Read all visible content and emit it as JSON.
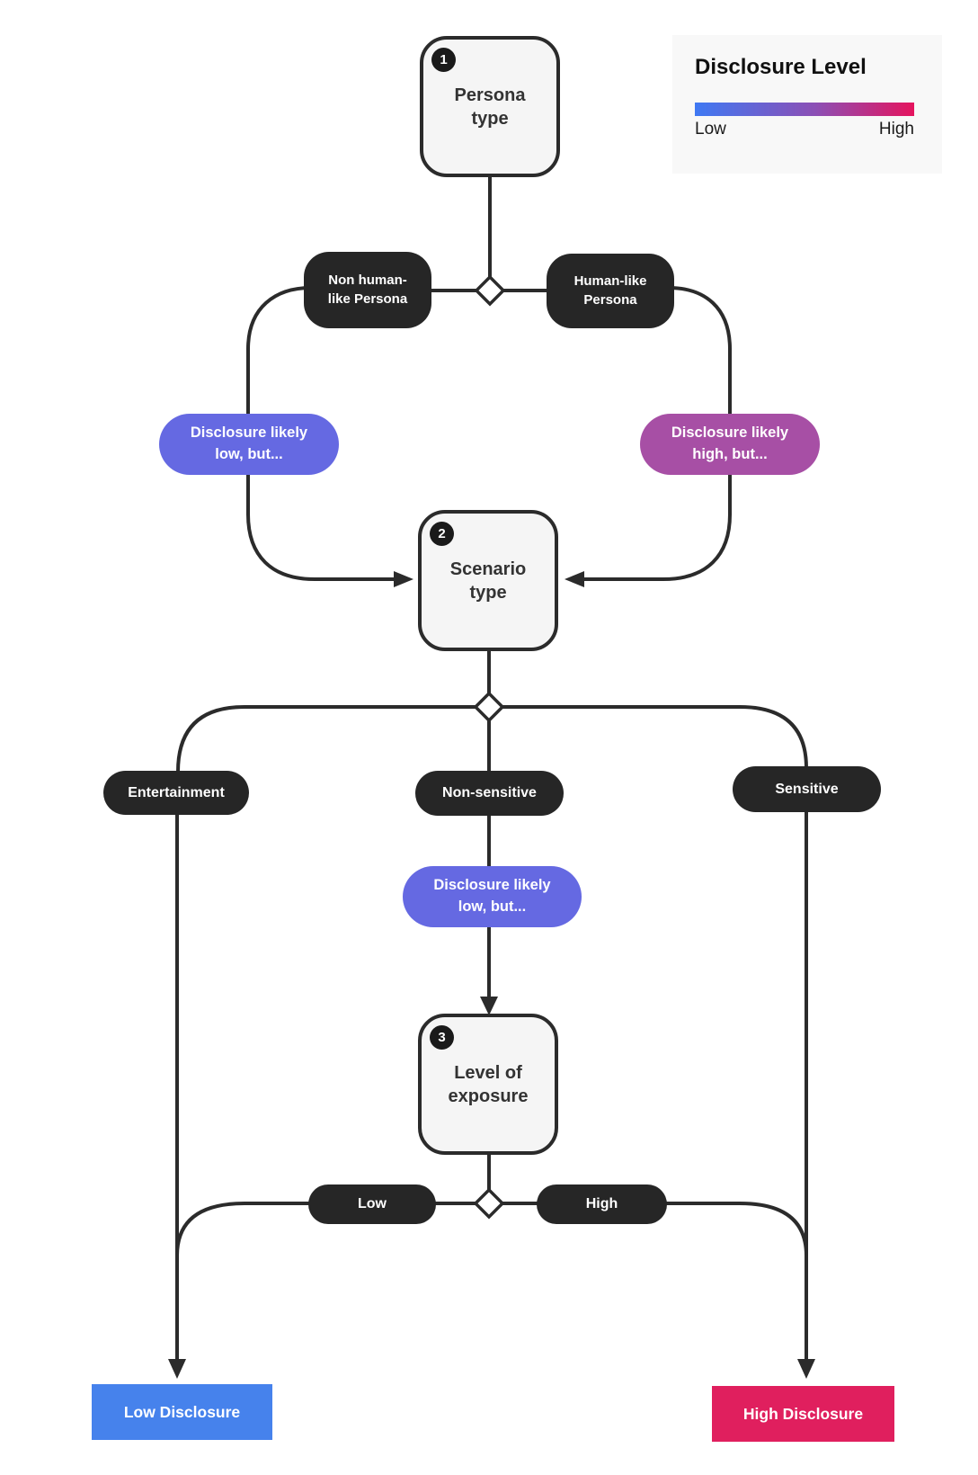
{
  "legend": {
    "title": "Disclosure Level",
    "low_label": "Low",
    "high_label": "High"
  },
  "steps": {
    "persona": {
      "number": "1",
      "label": "Persona type"
    },
    "scenario": {
      "number": "2",
      "label": "Scenario type"
    },
    "exposure": {
      "number": "3",
      "label": "Level of exposure"
    }
  },
  "branch_labels": {
    "non_human_like": "Non human-like Persona",
    "human_like": "Human-like Persona",
    "entertainment": "Entertainment",
    "non_sensitive": "Non-sensitive",
    "sensitive": "Sensitive",
    "exposure_low": "Low",
    "exposure_high": "High"
  },
  "annotations": {
    "persona_low_note": "Disclosure likely low, but...",
    "persona_high_note": "Disclosure likely high, but...",
    "scenario_low_note": "Disclosure likely low, but..."
  },
  "outcomes": {
    "low": "Low Disclosure",
    "high": "High Disclosure"
  },
  "colors": {
    "line": "#2b2b2b",
    "node_fill": "#f5f5f5",
    "node_border": "#2b2b2b",
    "dark_pill": "#262626",
    "low_note": "#6569e2",
    "high_note": "#a74fa5",
    "low_outcome": "#4682ec",
    "high_outcome": "#e01f5e",
    "gradient_start": "#3f79f3",
    "gradient_mid": "#8c4fb5",
    "gradient_end": "#e5145e",
    "legend_bg": "#f8f8f8"
  }
}
